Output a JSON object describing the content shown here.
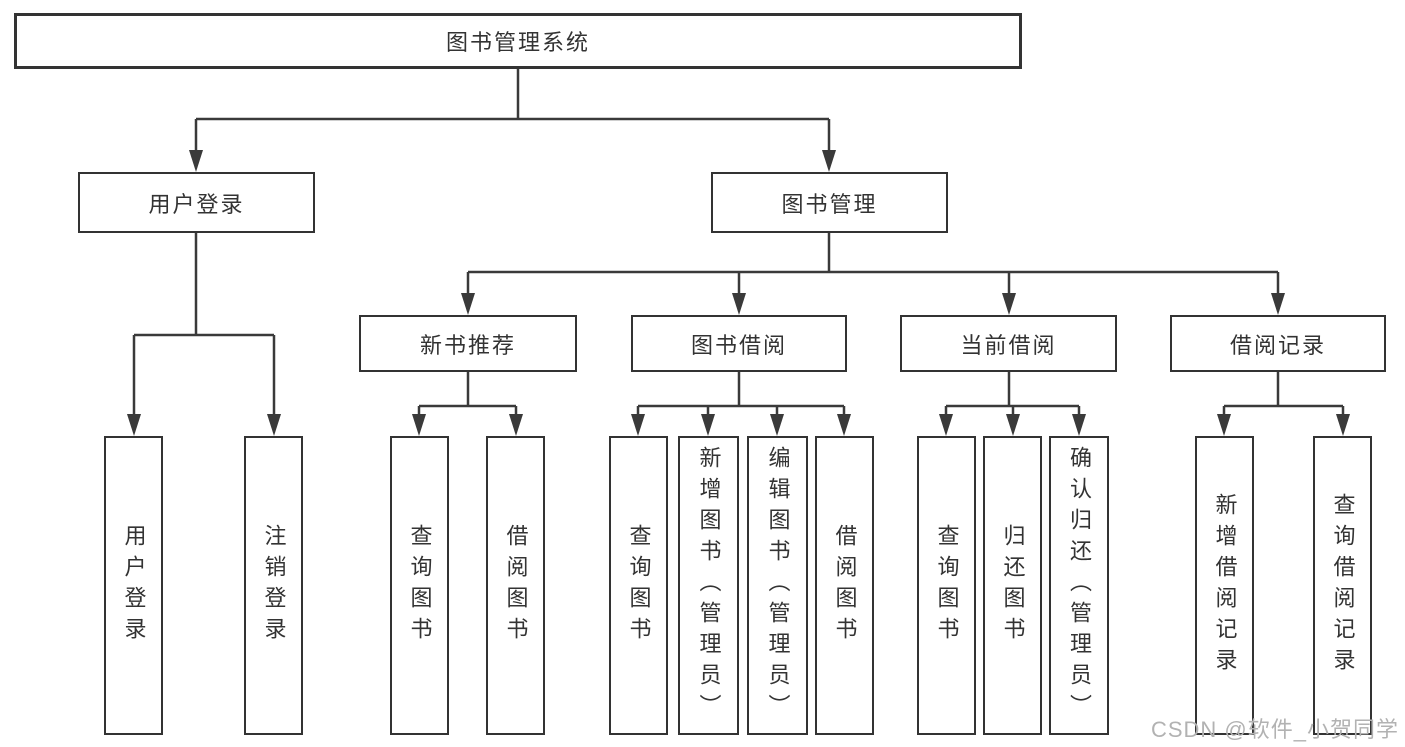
{
  "tree": {
    "root": {
      "label": "图书管理系统",
      "children": [
        {
          "label": "用户登录",
          "children": [
            {
              "label": "用户登录"
            },
            {
              "label": "注销登录"
            }
          ]
        },
        {
          "label": "图书管理",
          "children": [
            {
              "label": "新书推荐",
              "children": [
                {
                  "label": "查询图书"
                },
                {
                  "label": "借阅图书"
                }
              ]
            },
            {
              "label": "图书借阅",
              "children": [
                {
                  "label": "查询图书"
                },
                {
                  "label": "新增图书（管理员）"
                },
                {
                  "label": "编辑图书（管理员）"
                },
                {
                  "label": "借阅图书"
                }
              ]
            },
            {
              "label": "当前借阅",
              "children": [
                {
                  "label": "查询图书"
                },
                {
                  "label": "归还图书"
                },
                {
                  "label": "确认归还（管理员）"
                }
              ]
            },
            {
              "label": "借阅记录",
              "children": [
                {
                  "label": "新增借阅记录"
                },
                {
                  "label": "查询借阅记录"
                }
              ]
            }
          ]
        }
      ]
    }
  },
  "watermark": {
    "text": "CSDN @软件_小贺同学"
  },
  "colors": {
    "line": "#3a3a3a",
    "box_border": "#333333",
    "text": "#333333",
    "watermark": "#b2b2b2",
    "background": "#ffffff"
  }
}
